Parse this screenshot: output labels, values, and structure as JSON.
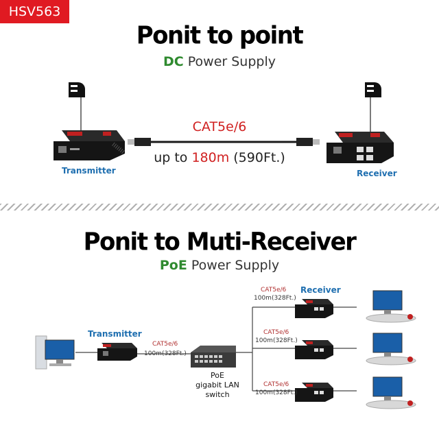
{
  "badge": "HSV563",
  "section1": {
    "title": "Ponit to point",
    "supply_prefix": "DC",
    "supply_suffix": " Power Supply",
    "cable": "CAT5e/6",
    "distance_prefix": "up to ",
    "distance_value": "180m",
    "distance_suffix": " (590Ft.)",
    "transmitter": "Transmitter",
    "receiver": "Receiver"
  },
  "section2": {
    "title": "Ponit to Muti-Receiver",
    "supply_prefix": "PoE",
    "supply_suffix": " Power Supply",
    "transmitter": "Transmitter",
    "receiver": "Receiver",
    "switch_line1": "PoE",
    "switch_line2": "gigabit LAN switch",
    "links": [
      {
        "cable": "CAT5e/6",
        "distance": "100m(328Ft.)"
      },
      {
        "cable": "CAT5e/6",
        "distance": "100m(328Ft.)"
      },
      {
        "cable": "CAT5e/6",
        "distance": "100m(328Ft.)"
      },
      {
        "cable": "CAT5e/6",
        "distance": "100m(328Ft.)"
      }
    ]
  },
  "colors": {
    "brand_red": "#e01a22",
    "accent_green": "#2f8a2f",
    "label_blue": "#1f6fb0",
    "cable_red": "#b03030"
  }
}
